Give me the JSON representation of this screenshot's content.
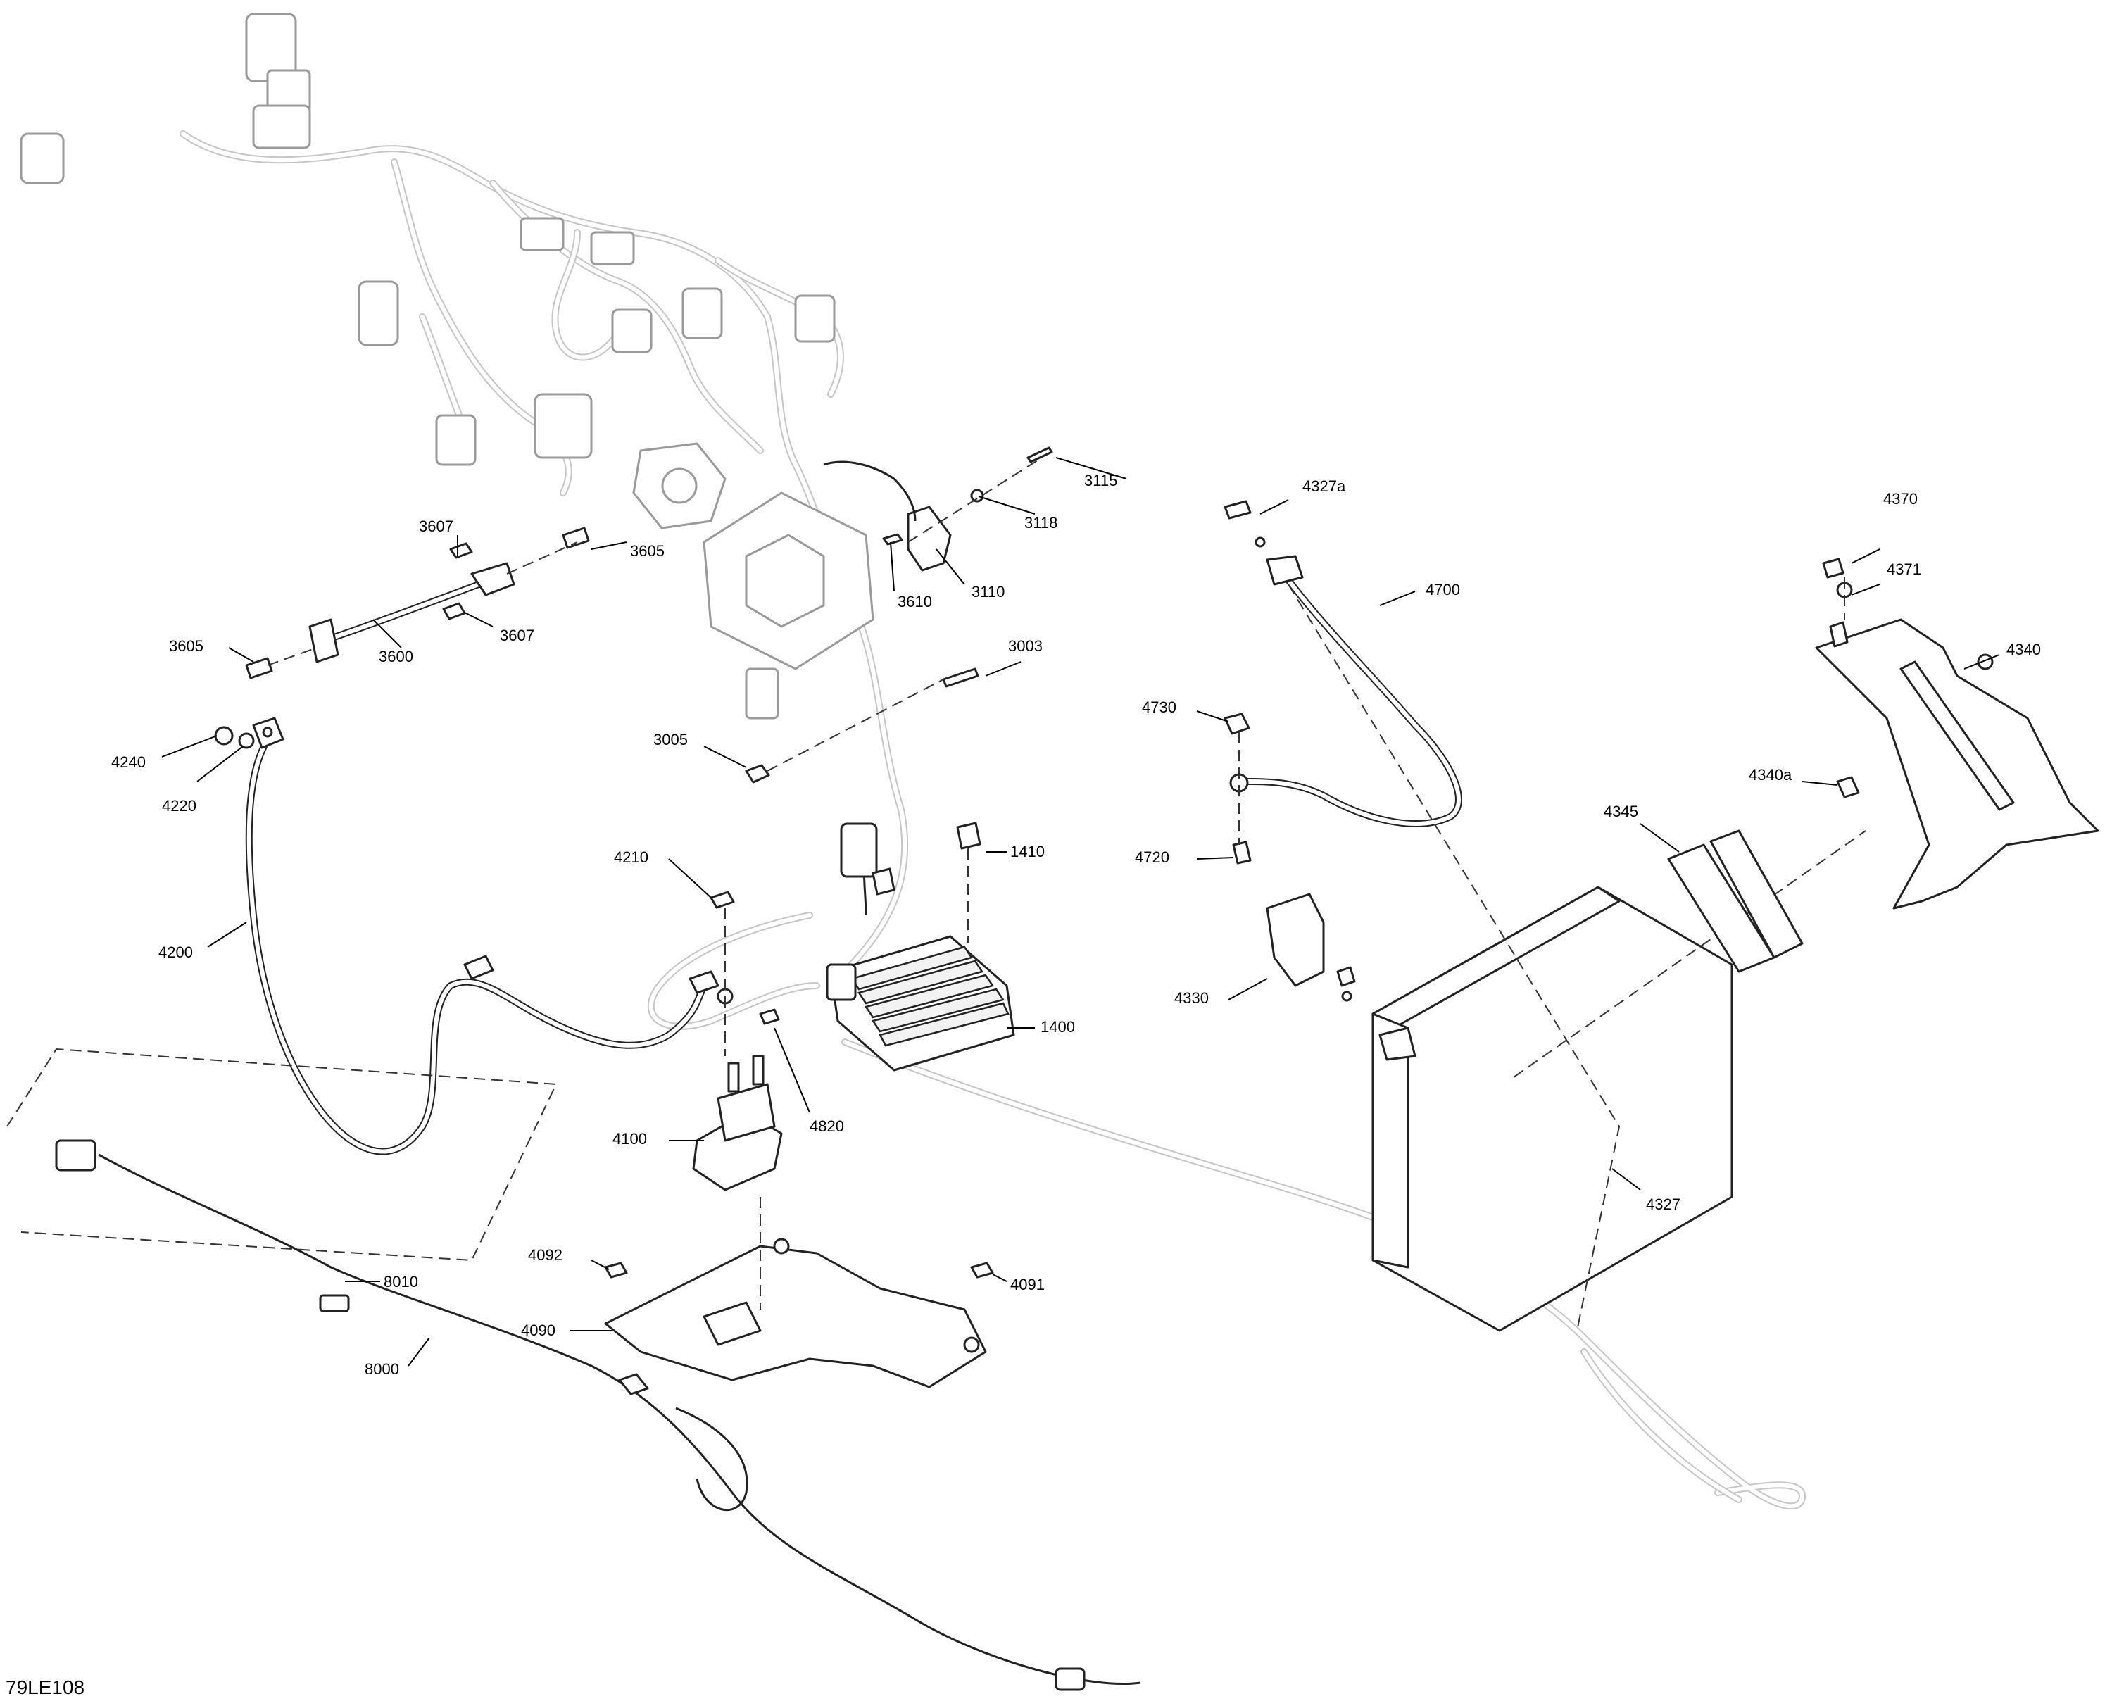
{
  "diagram_id": "79LE108",
  "callouts": [
    "3115",
    "3118",
    "3110",
    "3610",
    "3605",
    "3607",
    "3600",
    "3003",
    "3005",
    "4327a",
    "4700",
    "4370",
    "4371",
    "4340",
    "4340a",
    "4730",
    "4720",
    "4345",
    "4240",
    "4220",
    "4200",
    "4210",
    "1410",
    "1400",
    "4330",
    "4327",
    "4100",
    "4820",
    "4092",
    "4091",
    "4090",
    "8010",
    "8000"
  ],
  "colors": {
    "line": "#222222",
    "harness": "#c6c6c6",
    "background": "#ffffff"
  }
}
